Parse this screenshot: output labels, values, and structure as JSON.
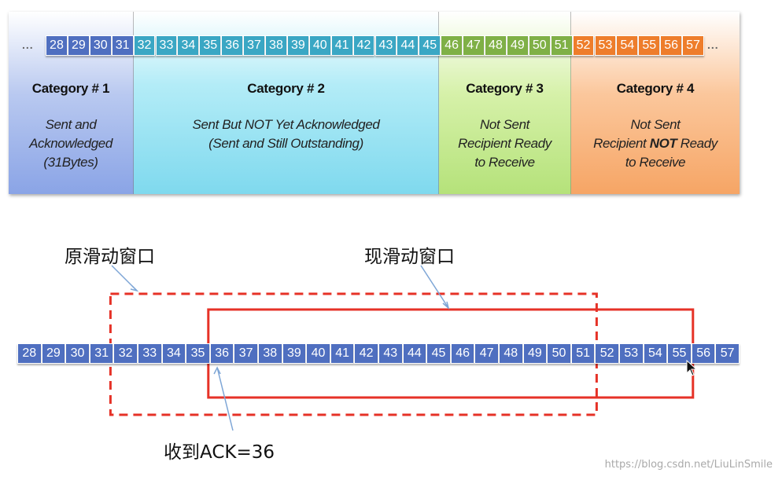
{
  "colors": {
    "cat1": "#4f6fc0",
    "cat2": "#3aa7c4",
    "cat3": "#7fb046",
    "cat4": "#ee7d2b",
    "bottom_cell": "#4f6fc0",
    "window": "#e63227"
  },
  "top_sequence": [
    28,
    29,
    30,
    31,
    32,
    33,
    34,
    35,
    36,
    37,
    38,
    39,
    40,
    41,
    42,
    43,
    44,
    45,
    46,
    47,
    48,
    49,
    50,
    51,
    52,
    53,
    54,
    55,
    56,
    57
  ],
  "top_category_ranges": [
    [
      28,
      31
    ],
    [
      32,
      45
    ],
    [
      46,
      51
    ],
    [
      52,
      57
    ]
  ],
  "ellipsis": "...",
  "categories": [
    {
      "title": "Category # 1",
      "desc": [
        "Sent and",
        "Acknowledged",
        "(31Bytes)"
      ]
    },
    {
      "title": "Category # 2",
      "desc": [
        "Sent But NOT Yet Acknowledged",
        "(Sent and Still Outstanding)"
      ]
    },
    {
      "title": "Category # 3",
      "desc": [
        "Not Sent",
        "Recipient Ready",
        "to Receive"
      ]
    },
    {
      "title": "Category # 4",
      "desc_pre": "Recipient ",
      "desc_bold": "NOT",
      "desc_post": " Ready",
      "desc": [
        "Not Sent",
        "to Receive"
      ]
    }
  ],
  "bottom_sequence": [
    28,
    29,
    30,
    31,
    32,
    33,
    34,
    35,
    36,
    37,
    38,
    39,
    40,
    41,
    42,
    43,
    44,
    45,
    46,
    47,
    48,
    49,
    50,
    51,
    52,
    53,
    54,
    55,
    56,
    57
  ],
  "original_window": {
    "label": "原滑动窗口",
    "from": 32,
    "to": 51
  },
  "current_window": {
    "label": "现滑动窗口",
    "from": 36,
    "to": 55
  },
  "ack_label": "收到ACK=36",
  "watermark": "https://blog.csdn.net/LiuLinSmile"
}
